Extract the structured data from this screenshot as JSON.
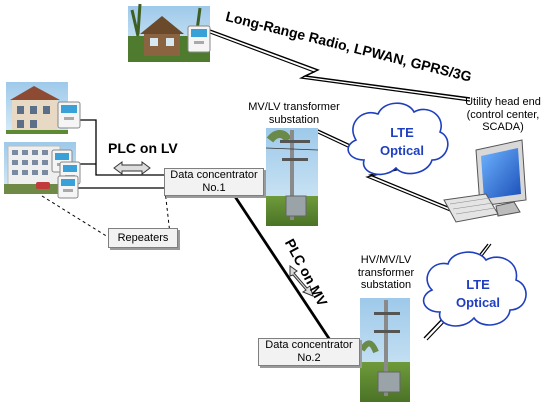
{
  "links": {
    "radio_label": "Long-Range Radio, LPWAN, GPRS/3G",
    "plc_lv": "PLC on LV",
    "plc_mv": "PLC on MV"
  },
  "nodes": {
    "mv_substation": [
      "MV/LV transformer",
      "substation"
    ],
    "hv_substation": [
      "HV/MV/LV",
      "transformer",
      "substation"
    ],
    "head_end": [
      "Utility head end",
      "(control center,",
      "SCADA)"
    ],
    "concentrator_1": [
      "Data concentrator",
      "No.1"
    ],
    "concentrator_2": [
      "Data concentrator",
      "No.2"
    ],
    "repeaters": "Repeaters"
  },
  "clouds": {
    "lte_upper": [
      "LTE",
      "Optical"
    ],
    "lte_lower": [
      "LTE",
      "Optical"
    ]
  },
  "colors": {
    "cloud_stroke": "#1f3fbf",
    "cloud_text": "#1f3fbf",
    "box_fill": "#f2f2f2",
    "meter_screen": "#3aa0d8",
    "monitor_screen": "#2a6fd6"
  },
  "icons": [
    "house-icon",
    "apartment-icon",
    "smart-meter-icon",
    "transformer-pole-icon",
    "computer-monitor-icon",
    "keyboard-icon",
    "double-arrow-icon",
    "lightning-link-icon",
    "cloud-icon"
  ]
}
